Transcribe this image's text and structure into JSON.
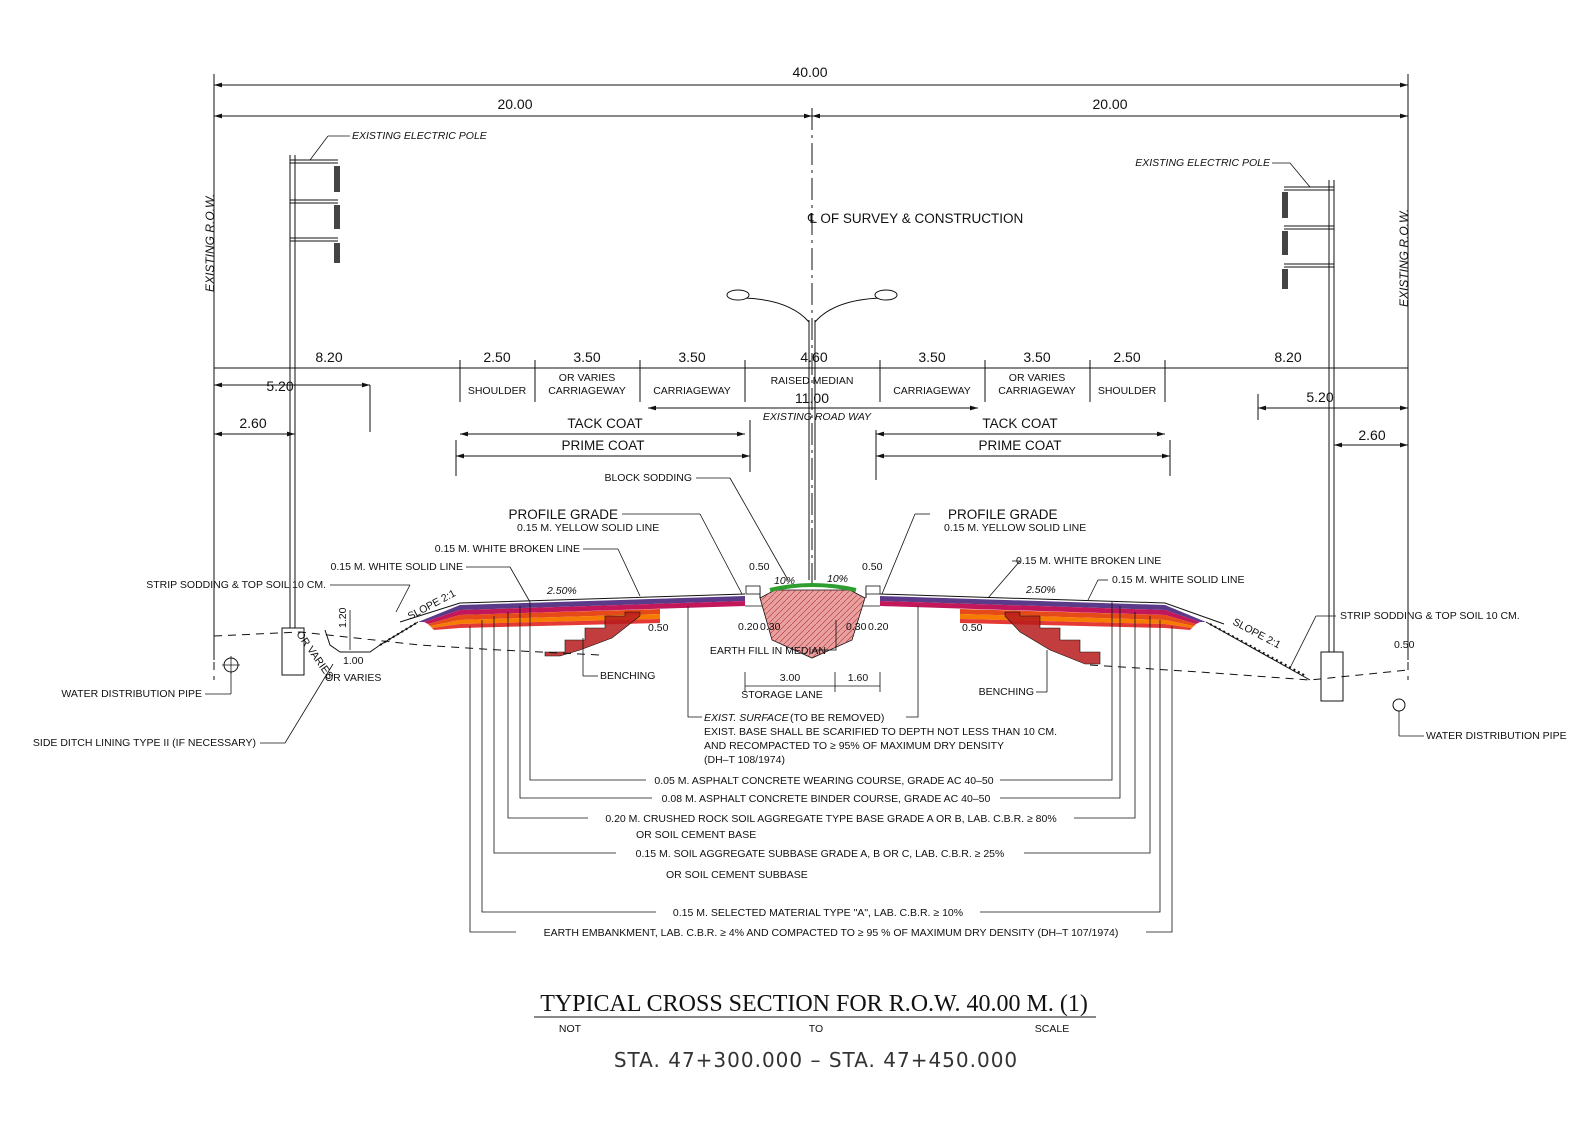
{
  "colors": {
    "wearing": "#5b3a8a",
    "binder": "#c2185b",
    "base": "#e64a19",
    "subbase": "#f57c00",
    "selected": "#e53935",
    "embankment": "#c62828",
    "median_fill": "#e8a0a0",
    "sod": "#2e9e2e",
    "benching": "#b71c1c"
  },
  "dimensions": {
    "total": "40.00",
    "left_half": "20.00",
    "right_half": "20.00",
    "left_8_20": "8.20",
    "left_5_20": "5.20",
    "left_2_60": "2.60",
    "right_8_20": "8.20",
    "right_5_20": "5.20",
    "right_2_60": "2.60",
    "shoulder_l": "2.50",
    "carriage1_l": "3.50",
    "carriage2_l": "3.50",
    "median": "4.60",
    "carriage2_r": "3.50",
    "carriage1_r": "3.50",
    "shoulder_r": "2.50",
    "existing_road": "11.00",
    "m050_a": "0.50",
    "m050_b": "0.50",
    "m020_l": "0.20",
    "m030_l": "0.30",
    "m030_r": "0.30",
    "m020_r": "0.20",
    "pct_l": "10%",
    "pct_r": "10%",
    "edge050_l": "0.50",
    "edge050_r": "0.50",
    "right_050": "0.50",
    "storage_300": "3.00",
    "storage_160": "1.60",
    "ditch_120": "1.20",
    "ditch_100": "1.00"
  },
  "labels": {
    "row_left": "EXISTING R.O.W.",
    "row_right": "EXISTING R.O.W.",
    "pole_left": "EXISTING ELECTRIC POLE",
    "pole_right": "EXISTING ELECTRIC POLE",
    "centerline": "℄ OF SURVEY & CONSTRUCTION",
    "shoulder_l": "SHOULDER",
    "carriage1_l_top": "OR VARIES",
    "carriage1_l": "CARRIAGEWAY",
    "carriage2_l": "CARRIAGEWAY",
    "median": "RAISED MEDIAN",
    "carriage2_r": "CARRIAGEWAY",
    "carriage1_r_top": "OR VARIES",
    "carriage1_r": "CARRIAGEWAY",
    "shoulder_r": "SHOULDER",
    "existing_roadway": "EXISTING ROAD WAY",
    "tack_l": "TACK COAT",
    "prime_l": "PRIME COAT",
    "tack_r": "TACK COAT",
    "prime_r": "PRIME COAT",
    "block_sodding": "BLOCK SODDING",
    "profile_l": "PROFILE GRADE",
    "yellow_l": "0.15 M. YELLOW SOLID LINE",
    "profile_r": "PROFILE GRADE",
    "yellow_r": "0.15 M. YELLOW SOLID LINE",
    "white_broken_l": "0.15 M. WHITE BROKEN LINE",
    "white_solid_l": "0.15 M. WHITE SOLID LINE",
    "white_broken_r": "0.15 M. WHITE BROKEN LINE",
    "white_solid_r": "0.15 M. WHITE SOLID LINE",
    "strip_l": "STRIP SODDING & TOP SOIL 10 CM.",
    "strip_r": "STRIP SODDING & TOP SOIL 10 CM.",
    "slope_l": "SLOPE 2:1",
    "slope_r": "SLOPE 2:1",
    "grade_l": "2.50%",
    "grade_r": "2.50%",
    "water_l": "WATER DISTRIBUTION PIPE",
    "water_r": "WATER DISTRIBUTION PIPE",
    "ditch": "SIDE DITCH LINING TYPE II (IF NECESSARY)",
    "or_varies_ditch": "OR VARIES",
    "or_varies_diag": "OR VARIES",
    "benching_l": "BENCHING",
    "benching_r": "BENCHING",
    "earth_fill": "EARTH FILL IN MEDIAN",
    "storage_lane": "STORAGE LANE",
    "exist_surface": "EXIST. SURFACE",
    "to_be_removed": "(TO BE REMOVED)",
    "exist_base_1": "EXIST. BASE SHALL BE SCARIFIED TO DEPTH NOT LESS THAN 10 CM.",
    "exist_base_2": "AND RECOMPACTED TO ≥ 95%  OF MAXIMUM DRY DENSITY",
    "exist_base_3": "(DH–T 108/1974)",
    "layer_wearing": "0.05 M. ASPHALT CONCRETE WEARING COURSE, GRADE AC 40–50",
    "layer_binder": "0.08 M. ASPHALT CONCRETE BINDER COURSE, GRADE AC 40–50",
    "layer_base": "0.20 M. CRUSHED ROCK SOIL AGGREGATE TYPE BASE GRADE A OR B, LAB. C.B.R. ≥ 80%",
    "layer_base_alt": "OR SOIL CEMENT BASE",
    "layer_subbase": "0.15 M. SOIL AGGREGATE SUBBASE GRADE A, B OR C, LAB. C.B.R. ≥ 25%",
    "layer_subbase_alt": "OR SOIL CEMENT SUBBASE",
    "layer_selected": "0.15 M. SELECTED MATERIAL TYPE \"A\", LAB. C.B.R. ≥ 10%",
    "layer_embankment": "EARTH EMBANKMENT, LAB. C.B.R. ≥ 4% AND COMPACTED TO ≥ 95 % OF MAXIMUM DRY DENSITY (DH–T 107/1974)"
  },
  "title": {
    "main": "TYPICAL CROSS SECTION FOR R.O.W. 40.00 M. (1)",
    "not": "NOT",
    "to": "TO",
    "scale": "SCALE",
    "station": "STA.  47+300.000  –  STA.  47+450.000"
  }
}
